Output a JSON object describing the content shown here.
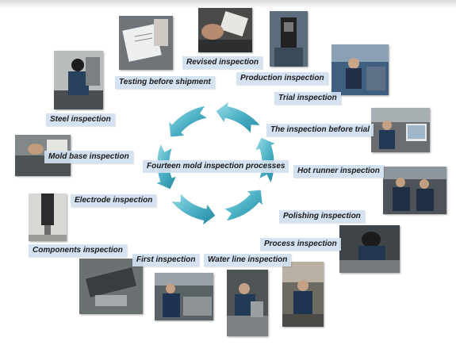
{
  "center_label": "Fourteen mold inspection processes",
  "colors": {
    "arrow_dark": "#2b8fa6",
    "arrow_light": "#8fd6e3",
    "label_bg": "#d0e0f0"
  },
  "steps": [
    {
      "label": "Revised inspection"
    },
    {
      "label": "Production inspection"
    },
    {
      "label": "Trial inspection"
    },
    {
      "label": "The inspection before trial"
    },
    {
      "label": "Hot runner inspection"
    },
    {
      "label": "Polishing inspection"
    },
    {
      "label": "Process inspection"
    },
    {
      "label": "Water line inspection"
    },
    {
      "label": "First inspection"
    },
    {
      "label": "Components inspection"
    },
    {
      "label": "Electrode inspection"
    },
    {
      "label": "Mold base inspection"
    },
    {
      "label": "Steel  inspection"
    },
    {
      "label": "Testing before shipment"
    }
  ]
}
